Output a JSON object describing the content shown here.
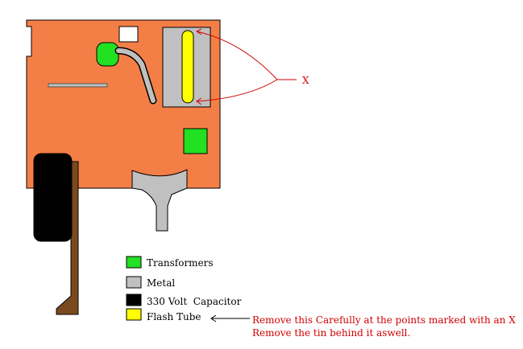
{
  "colors": {
    "board": "#f47f46",
    "transformer": "#22e022",
    "metal": "#c0c0c0",
    "capacitor": "#000000",
    "flash_tube": "#ffff00",
    "bracket": "#7a4a1e",
    "annotation": "#d00000",
    "outline": "#000000",
    "background": "#ffffff"
  },
  "callout": {
    "marker": "X"
  },
  "legend": {
    "items": [
      {
        "label": "Transformers",
        "swatch": "transformer"
      },
      {
        "label": "Metal",
        "swatch": "metal"
      },
      {
        "label": "330 Volt  Capacitor",
        "swatch": "capacitor"
      },
      {
        "label": "Flash Tube",
        "swatch": "flash_tube"
      }
    ]
  },
  "note": {
    "line1": "Remove this Carefully at the points marked with an X",
    "line2": "Remove the tin behind it aswell."
  }
}
